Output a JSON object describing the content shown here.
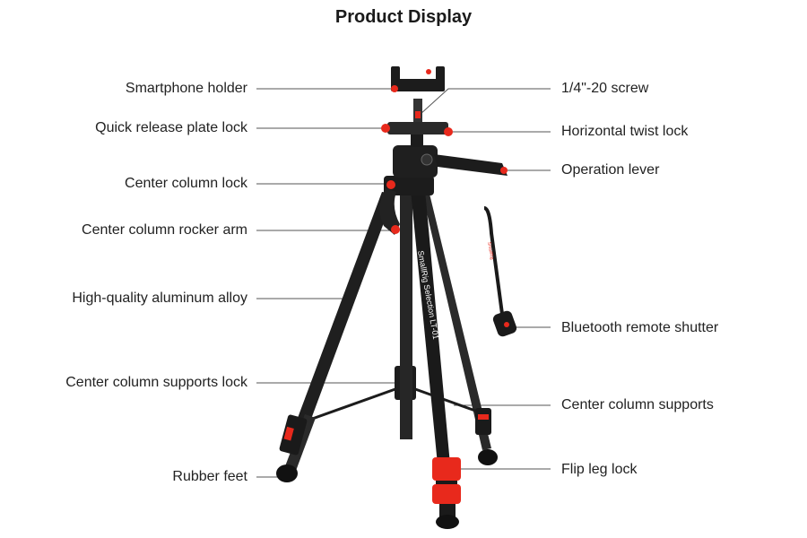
{
  "title": "Product Display",
  "brand_text": "SmallRig Selection LT-01",
  "colors": {
    "accent": "#e8291c",
    "frame": "#1c1c1c",
    "leader_line": "#555555"
  },
  "left_labels": [
    "Smartphone holder",
    "Quick release plate lock",
    "Center column lock",
    "Center column rocker arm",
    "High-quality aluminum alloy",
    "Center column supports lock",
    "Rubber feet"
  ],
  "right_labels": [
    "1/4\"-20 screw",
    "Horizontal twist lock",
    "Operation lever",
    "Bluetooth remote shutter",
    "Center column supports",
    "Flip leg lock"
  ]
}
